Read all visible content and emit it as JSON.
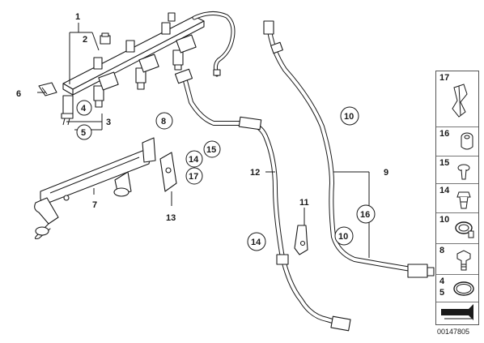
{
  "diagram": {
    "callouts": {
      "c1": "1",
      "c2": "2",
      "c3": "3",
      "c4": "4",
      "c5": "5",
      "c6": "6",
      "c7": "7",
      "c8": "8",
      "c9": "9",
      "c10a": "10",
      "c10b": "10",
      "c11": "11",
      "c12": "12",
      "c13": "13",
      "c14a": "14",
      "c14b": "14",
      "c15": "15",
      "c16": "16",
      "c17": "17"
    },
    "legend": [
      "17",
      "16",
      "15",
      "14",
      "10",
      "8",
      "4",
      "5"
    ],
    "doc_number": "00147805"
  }
}
